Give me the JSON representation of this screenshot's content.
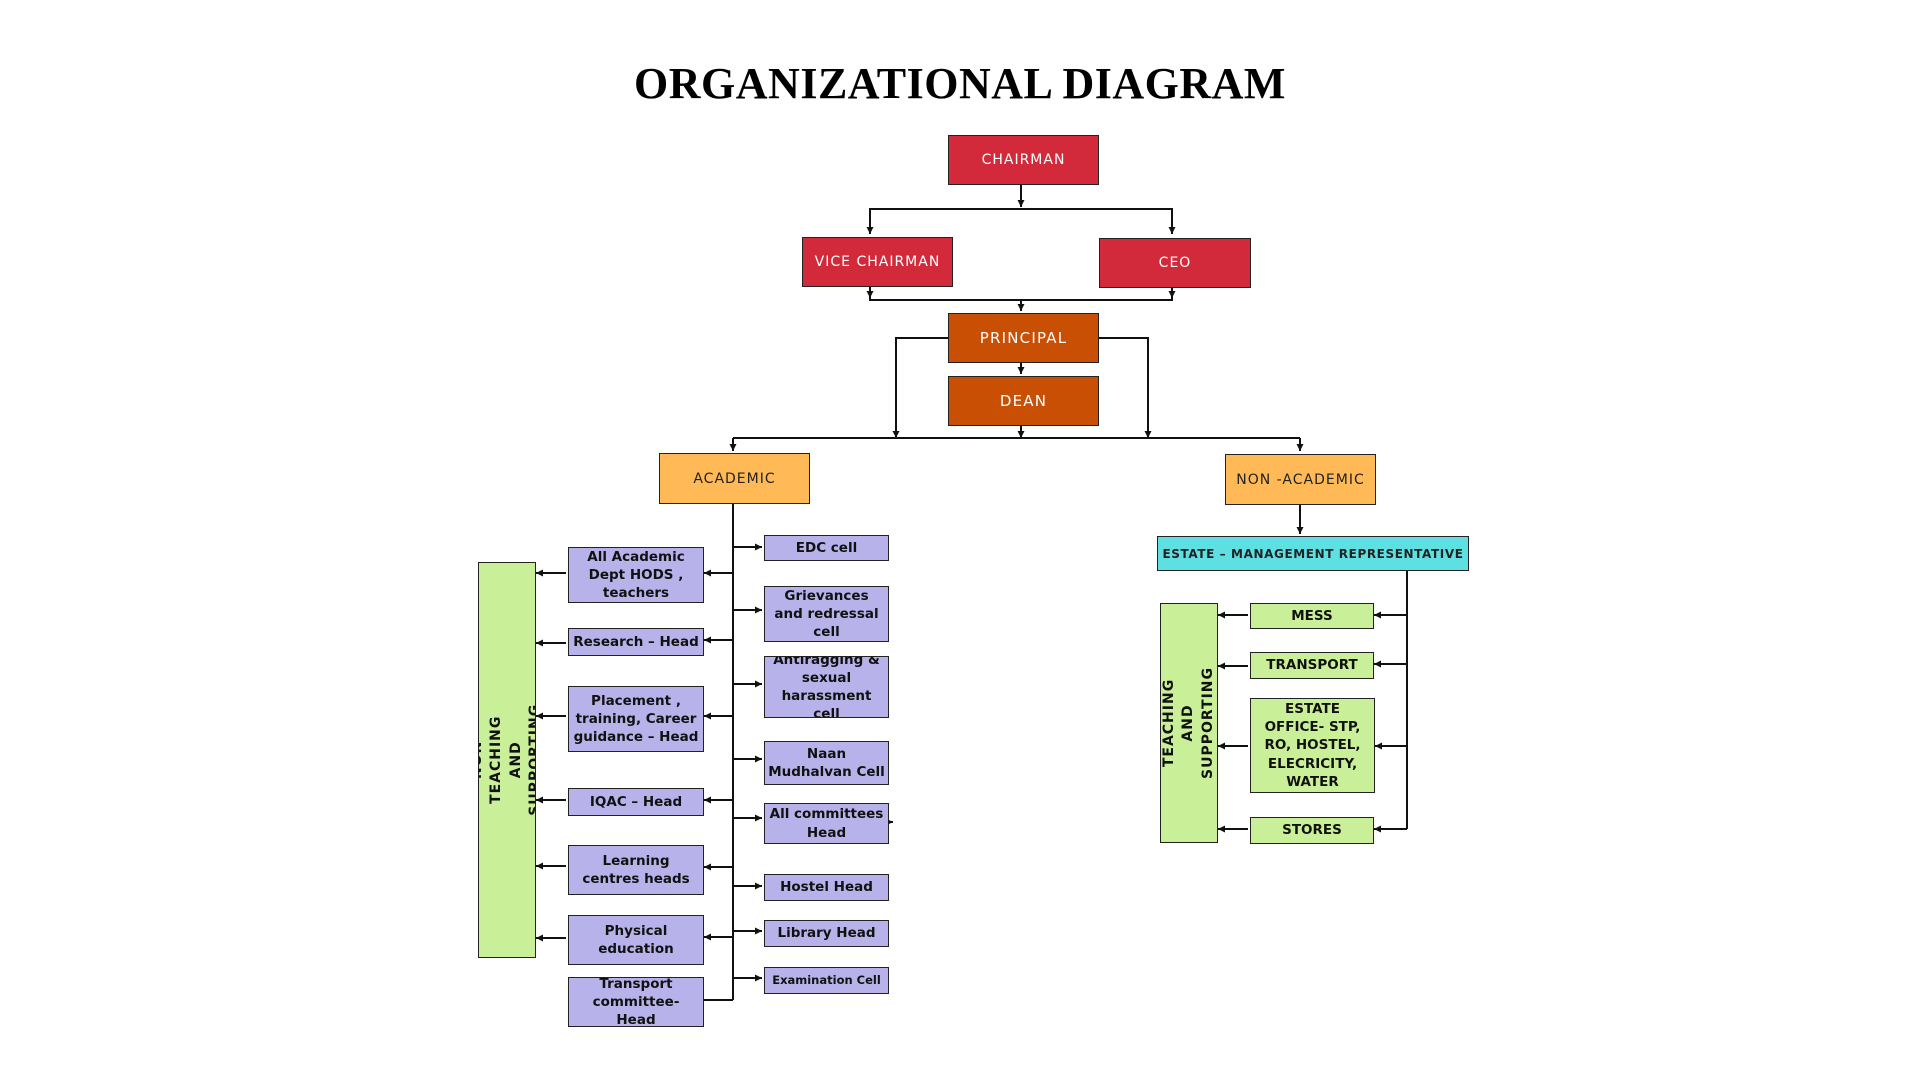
{
  "title": "ORGANIZATIONAL DIAGRAM",
  "colors": {
    "top_level": "#d32a3b",
    "principal_dean": "#c84f04",
    "category": "#ffba57",
    "estate": "#5ee0e3",
    "academic_units": "#b7b3ea",
    "staff_and_non_academic_units": "#c9f098"
  },
  "nodes": {
    "chairman": "CHAIRMAN",
    "vice_chairman": "VICE CHAIRMAN",
    "ceo": "CEO",
    "principal": "PRINCIPAL",
    "dean": "DEAN",
    "academic": "ACADEMIC",
    "non_academic": "NON -ACADEMIC",
    "estate": "ESTATE – MANAGEMENT REPRESENTATIVE"
  },
  "academic_left": [
    "All Academic Dept HODS , teachers",
    "Research – Head",
    "Placement , training, Career guidance – Head",
    "IQAC – Head",
    "Learning centres heads",
    "Physical education",
    "Transport committee- Head"
  ],
  "academic_right": [
    "EDC cell",
    "Grievances and redressal cell",
    "Antiragging & sexual harassment cell",
    "Naan Mudhalvan Cell",
    "All committees Head",
    "Hostel Head",
    "Library Head",
    "Examination Cell"
  ],
  "teaching_staff": "TEACHING, NON TEACHING AND SUPPORTING STAFF",
  "non_academic_units": [
    "MESS",
    "TRANSPORT",
    "ESTATE OFFICE- STP, RO, HOSTEL, ELECRICITY, WATER",
    "STORES"
  ],
  "non_teaching_staff": "NON TEACHING AND SUPPORTING STAFF"
}
